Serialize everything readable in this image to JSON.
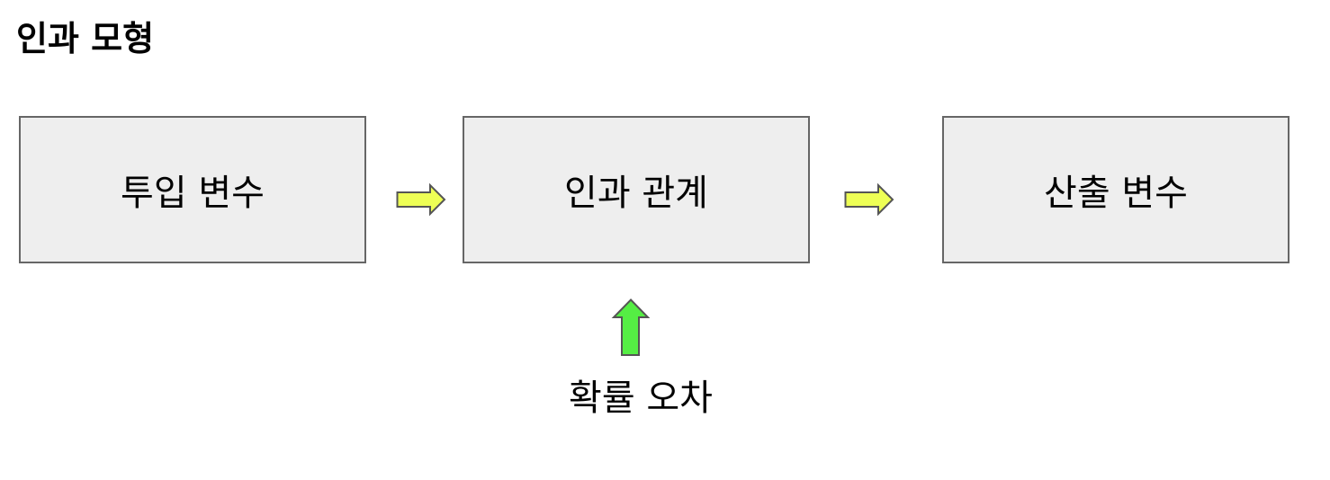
{
  "title": "인과 모형",
  "boxes": {
    "input": "투입 변수",
    "causal": "인과 관계",
    "output": "산출 변수"
  },
  "error_label": "확률 오차",
  "colors": {
    "box_fill": "#eeeeee",
    "box_border": "#666666",
    "flow_arrow": "#eeff55",
    "error_arrow": "#55ee44"
  }
}
